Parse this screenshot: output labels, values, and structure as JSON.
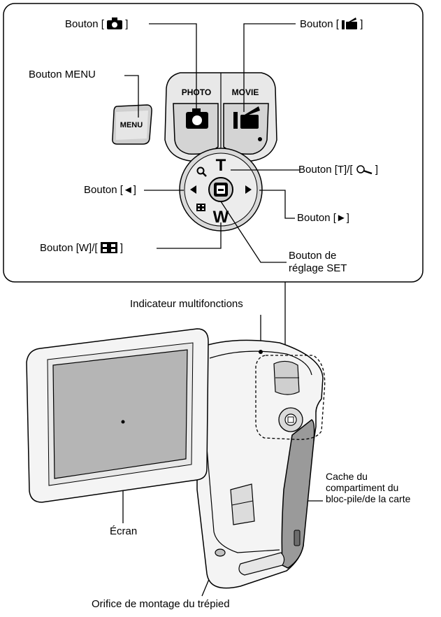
{
  "labels": {
    "bouton_photo": {
      "prefix": "Bouton [",
      "suffix": "]",
      "icon": "camera-icon"
    },
    "bouton_movie": {
      "prefix": "Bouton [",
      "suffix": "]",
      "icon": "movie-camera-icon"
    },
    "bouton_menu": "Bouton MENU",
    "bouton_t": {
      "prefix": "Bouton [T]/[",
      "suffix": "]",
      "icon": "magnifier-icon"
    },
    "bouton_left": "Bouton [◄]",
    "bouton_right": "Bouton [►]",
    "bouton_w": {
      "prefix": "Bouton [W]/[",
      "suffix": "]",
      "icon": "thumbnail-grid-icon"
    },
    "bouton_set": [
      "Bouton de",
      "réglage SET"
    ],
    "indicateur": "Indicateur multifonctions",
    "cache": [
      "Cache du",
      "compartiment du",
      "bloc-pile/de la carte"
    ],
    "ecran": "Écran",
    "orifice": "Orifice de montage du trépied"
  },
  "buttons": {
    "photo": "PHOTO",
    "movie": "MOVIE",
    "menu": "MENU",
    "tele": "T",
    "wide": "W"
  },
  "colors": {
    "line": "#000000",
    "screen_fill": "#b5b5b5",
    "body_fill": "#f2f2f2",
    "button_fill": "#d9d9d9",
    "grip_fill": "#9a9a9a"
  }
}
